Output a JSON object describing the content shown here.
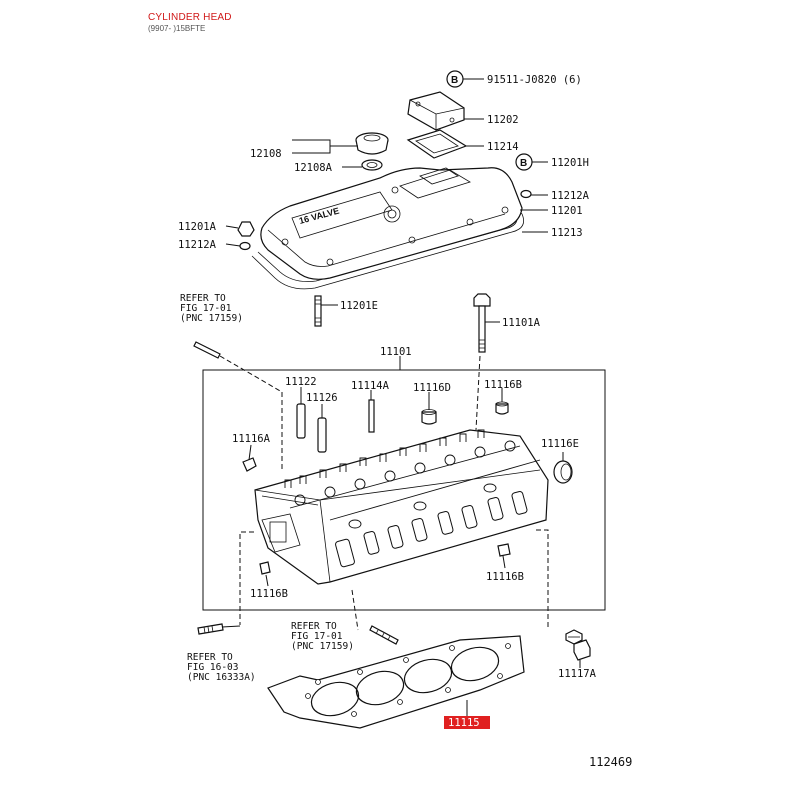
{
  "header": {
    "title": "CYLINDER HEAD",
    "subtitle": "(9907- )15BFTE"
  },
  "diagram_number": "112469",
  "bolt_marker": "B",
  "highlight_color": "#e02020",
  "labels": {
    "p91511": "91511-J0820 (6)",
    "p11202": "11202",
    "p11214": "11214",
    "p12108": "12108",
    "p12108A": "12108A",
    "p11201H": "11201H",
    "p11212A_r": "11212A",
    "p11201": "11201",
    "p11201A": "11201A",
    "p11213": "11213",
    "p11212A_l": "11212A",
    "p11201E": "11201E",
    "p11101A": "11101A",
    "p11101": "11101",
    "p11122": "11122",
    "p11126": "11126",
    "p11114A": "11114A",
    "p11116D": "11116D",
    "p11116B_t": "11116B",
    "p11116A": "11116A",
    "p11116E": "11116E",
    "p11116B_m": "11116B",
    "p11116B_l": "11116B",
    "p11117A": "11117A",
    "p11115": "11115"
  },
  "references": {
    "top_left": [
      "REFER TO",
      "FIG 17-01",
      "(PNC 17159)"
    ],
    "bottom_mid": [
      "REFER TO",
      "FIG 17-01",
      "(PNC 17159)"
    ],
    "bottom_left": [
      "REFER TO",
      "FIG 16-03",
      "(PNC 16333A)"
    ]
  }
}
